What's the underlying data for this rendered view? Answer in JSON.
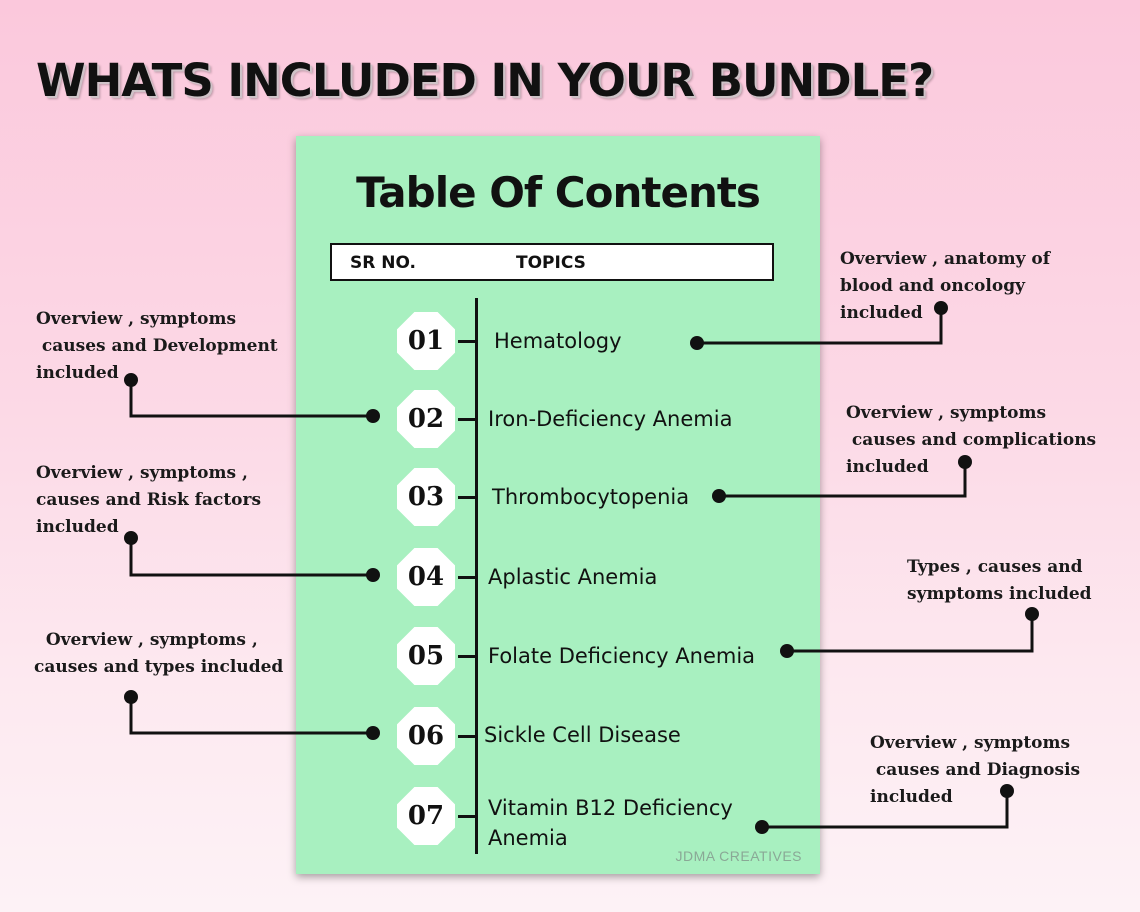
{
  "headline": "WHATS INCLUDED IN YOUR BUNDLE?",
  "card": {
    "title": "Table Of Contents",
    "col_srno": "SR NO.",
    "col_topics": "TOPICS",
    "watermark": "JDMA CREATIVES"
  },
  "items": [
    {
      "num": "01",
      "topic": "Hematology"
    },
    {
      "num": "02",
      "topic": "Iron-Deficiency Anemia"
    },
    {
      "num": "03",
      "topic": "Thrombocytopenia"
    },
    {
      "num": "04",
      "topic": "Aplastic Anemia"
    },
    {
      "num": "05",
      "topic": "Folate Deficiency Anemia"
    },
    {
      "num": "06",
      "topic": "Sickle Cell Disease"
    },
    {
      "num": "07",
      "topic": "Vitamin B12 Deficiency Anemia"
    }
  ],
  "notes": {
    "n01": "Overview , anatomy of\nblood and oncology\nincluded",
    "n02": "Overview , symptoms\n causes and Development\nincluded",
    "n03": "Overview , symptoms\n causes and complications\nincluded",
    "n04": "Overview , symptoms ,\ncauses and Risk factors\nincluded",
    "n05": "Types , causes and\nsymptoms included",
    "n06": "  Overview , symptoms ,\ncauses and types included",
    "n07": "Overview , symptoms\n causes and Diagnosis\nincluded"
  }
}
